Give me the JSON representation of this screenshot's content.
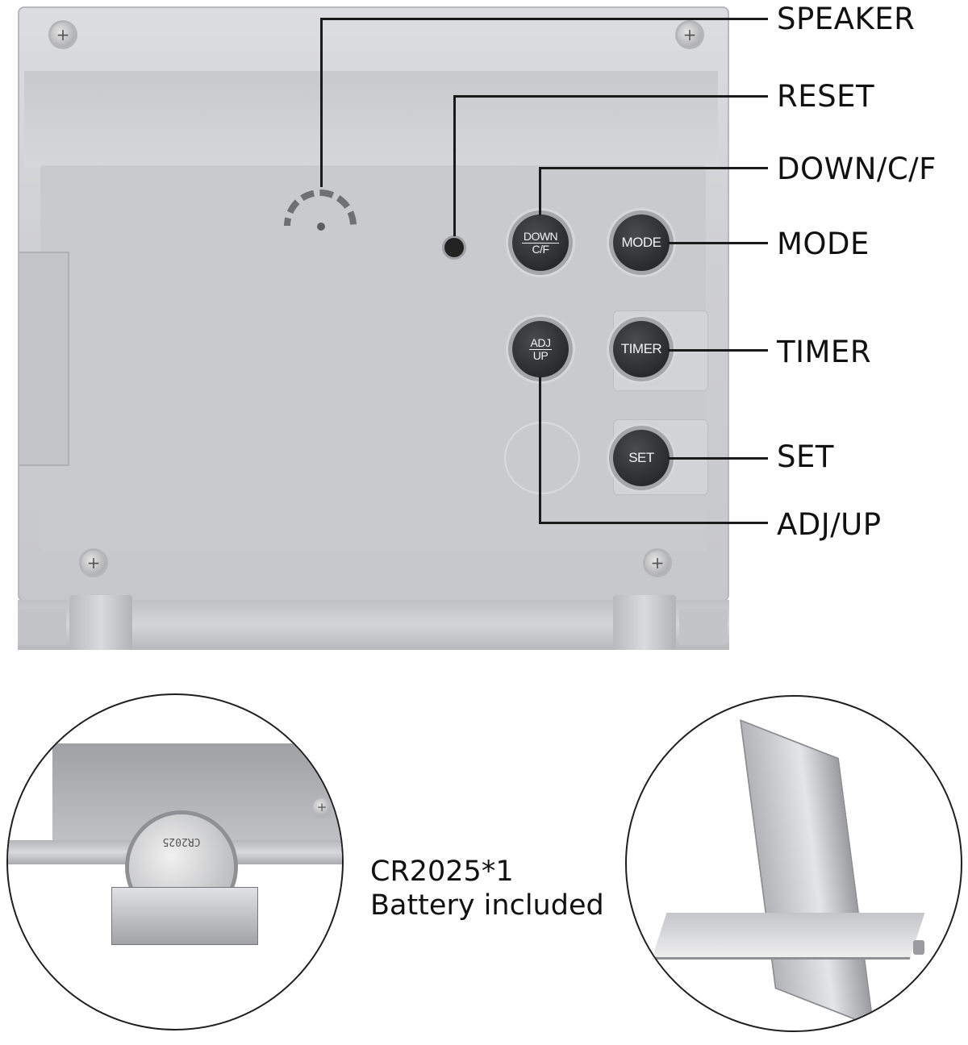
{
  "callouts": {
    "speaker": "SPEAKER",
    "reset": "RESET",
    "down_cf": "DOWN/C/F",
    "mode": "MODE",
    "timer": "TIMER",
    "set": "SET",
    "adj_up": "ADJ/UP"
  },
  "buttons": {
    "down_top": "DOWN",
    "down_bottom": "C/F",
    "mode": "MODE",
    "adj_top": "ADJ",
    "adj_bottom": "UP",
    "timer": "TIMER",
    "set": "SET"
  },
  "battery": {
    "model": "CR2025*1",
    "note": "Battery included",
    "coin_marking": "CR2025"
  },
  "icons": {
    "screw": "plus-screw-icon"
  }
}
